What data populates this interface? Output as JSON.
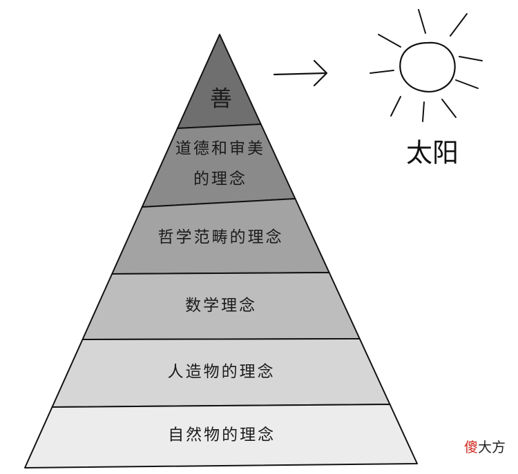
{
  "pyramid": {
    "layers": [
      {
        "label": "善",
        "fill": "#6f6f6f"
      },
      {
        "label": "道德和审美\n的理念",
        "fill": "#8a8a8a"
      },
      {
        "label": "哲学范畴的理念",
        "fill": "#a3a3a3"
      },
      {
        "label": "数学理念",
        "fill": "#bdbdbd"
      },
      {
        "label": "人造物的理念",
        "fill": "#d6d6d6"
      },
      {
        "label": "自然物的理念",
        "fill": "#ececec"
      }
    ]
  },
  "sun": {
    "label": "太阳"
  },
  "watermark": {
    "accent": "傻",
    "rest": "大方",
    "accent_color": "#d0281e"
  }
}
